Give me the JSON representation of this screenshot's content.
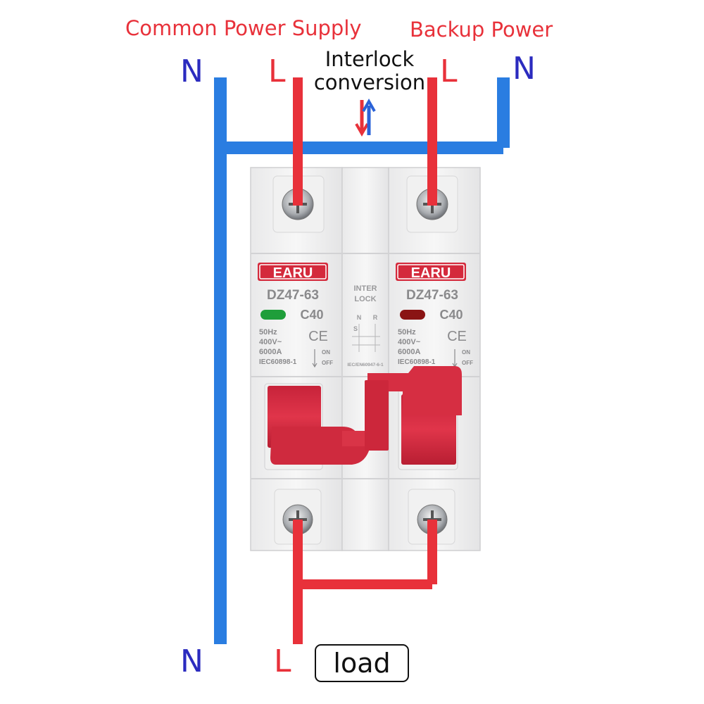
{
  "top_labels": {
    "common_power_supply": "Common Power Supply",
    "backup_power": "Backup Power",
    "interlock_line1": "Interlock",
    "interlock_line2": "conversion"
  },
  "terminals": {
    "n_left_top": "N",
    "l_left_top": "L",
    "l_right_top": "L",
    "n_right_top": "N",
    "n_bottom": "N",
    "l_bottom": "L"
  },
  "load_label": "load",
  "breaker_left": {
    "brand": "EARU",
    "model": "DZ47-63",
    "rating": "C40",
    "spec_1": "50Hz",
    "spec_2": "400V~",
    "spec_3": "6000A",
    "standard": "IEC60898-1",
    "ce_mark": "CE",
    "on_label": "ON",
    "off_label": "OFF",
    "indicator_color": "#1f9e3a"
  },
  "breaker_right": {
    "brand": "EARU",
    "model": "DZ47-63",
    "rating": "C40",
    "spec_1": "50Hz",
    "spec_2": "400V~",
    "spec_3": "6000A",
    "standard": "IEC60898-1",
    "ce_mark": "CE",
    "on_label": "ON",
    "off_label": "OFF",
    "indicator_color": "#8a1414"
  },
  "interlock_module": {
    "line1": "INTER",
    "line2": "LOCK",
    "n_mark": "N",
    "r_mark": "R",
    "s_mark": "S",
    "standard": "IEC/EN60947-6-1"
  },
  "colors": {
    "neutral_wire": "#2a7de1",
    "live_wire": "#e8313a",
    "handle": "#d42a3c",
    "label_red": "#e8313a",
    "letter_blue": "#2b2bbf"
  }
}
